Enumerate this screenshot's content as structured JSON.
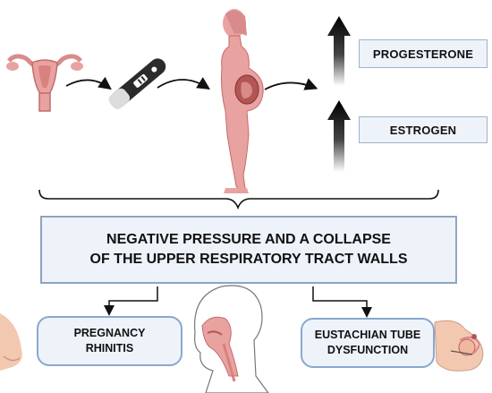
{
  "hormones": {
    "progesterone": "PROGESTERONE",
    "estrogen": "ESTROGEN"
  },
  "main_effect": {
    "line1": "NEGATIVE PRESSURE AND A COLLAPSE",
    "line2": "OF THE UPPER RESPIRATORY TRACT WALLS"
  },
  "outcomes": {
    "rhinitis": {
      "line1": "PREGNANCY",
      "line2": "RHINITIS"
    },
    "eustachian": {
      "line1": "EUSTACHIAN TUBE",
      "line2": "DYSFUNCTION"
    }
  },
  "colors": {
    "anatomy_pink": "#e8a3a0",
    "anatomy_dark": "#c26a6a",
    "box_fill": "#eef3fa",
    "box_border": "#8fa4be",
    "arrow": "#111111"
  }
}
